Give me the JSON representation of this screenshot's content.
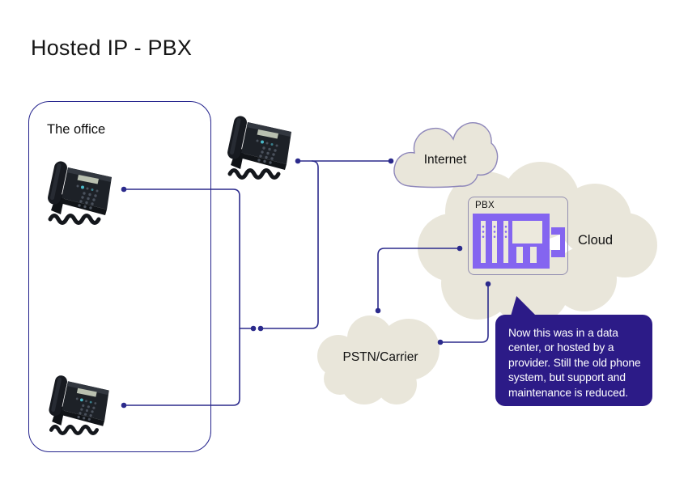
{
  "title": "Hosted IP - PBX",
  "office": {
    "label": "The office"
  },
  "clouds": {
    "internet": "Internet",
    "cloud": "Cloud",
    "pstn": "PSTN/Carrier"
  },
  "pbx": {
    "label": "PBX"
  },
  "callout": {
    "text": "Now this was in a data center, or hosted by a provider. Still the old phone system, but support and maintenance is reduced."
  },
  "icons": {
    "phone": "desk-phone-icon",
    "pbx": "pbx-switch-icon",
    "handset": "handset-icon"
  },
  "colors": {
    "connector": "#2b2a8c",
    "office_border": "#23228c",
    "cloud_fill": "#e9e6da",
    "internet_outline": "#8e87ba",
    "pbx_box_border": "#938eb0",
    "pbx_accent": "#8465f0",
    "callout_bg": "#2c1b87",
    "callout_text": "#ffffff",
    "background": "#ffffff"
  }
}
